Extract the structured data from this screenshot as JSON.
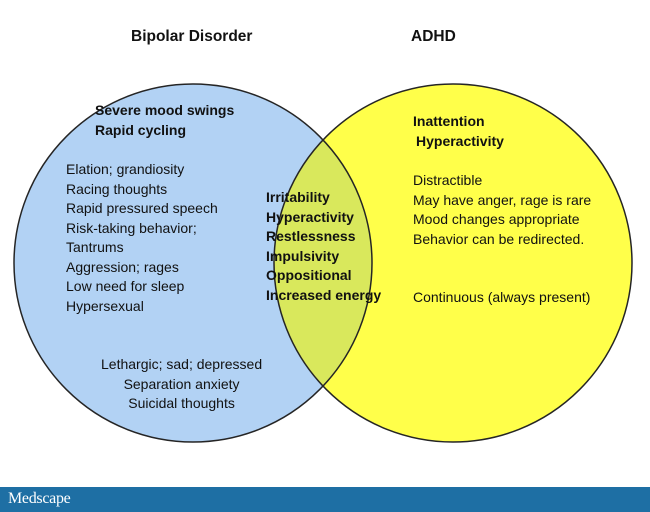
{
  "colors": {
    "bipolar_fill": "#b2d2f4",
    "adhd_fill": "#ffff4a",
    "overlap_fill": "#d9e85c",
    "circle_stroke": "#252525",
    "footer_bg": "#1e6fa4",
    "footer_text": "#ffffff"
  },
  "bipolar": {
    "title": "Bipolar Disorder",
    "bold_items": [
      "Severe mood swings",
      "Rapid cycling"
    ],
    "items": [
      "Elation; grandiosity",
      "Racing thoughts",
      "Rapid pressured speech",
      "Risk-taking behavior;",
      "Tantrums",
      "Aggression; rages",
      "Low need for sleep",
      "Hypersexual"
    ],
    "lower_items": [
      "Lethargic; sad; depressed",
      "Separation anxiety",
      "Suicidal thoughts"
    ]
  },
  "adhd": {
    "title": "ADHD",
    "bold_items": [
      "Inattention",
      "Hyperactivity"
    ],
    "items": [
      "Distractible",
      "May have anger, rage is rare",
      "Mood changes appropriate",
      "Behavior can be redirected."
    ],
    "continuous": "Continuous (always present)"
  },
  "overlap": {
    "items": [
      "Irritability",
      "Hyperactivity",
      "Restlessness",
      "Impulsivity",
      "Oppositional",
      "Increased energy"
    ]
  },
  "footer": {
    "logo": "Medscape"
  }
}
